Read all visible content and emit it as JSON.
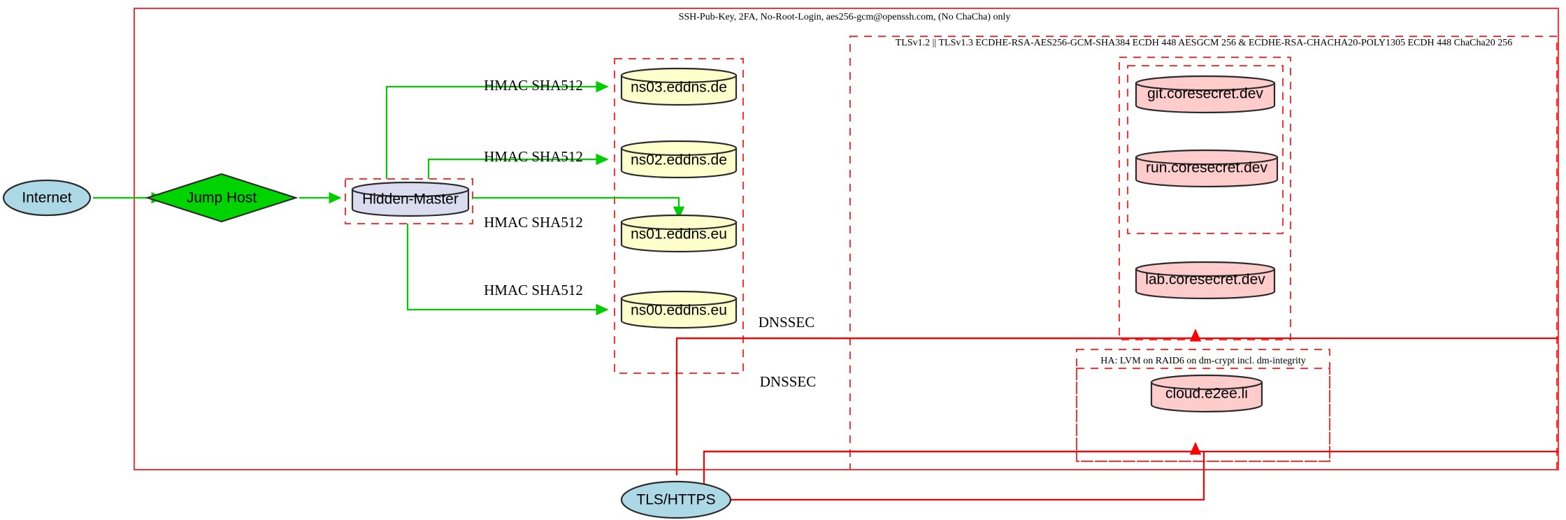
{
  "diagram": {
    "title_note_top": "SSH-Pub-Key, 2FA, No-Root-Login, aes256-gcm@openssh.com, (No ChaCha) only",
    "clusters": [
      {
        "id": "outer-ssh",
        "label": "SSH-Pub-Key, 2FA, No-Root-Login, aes256-gcm@openssh.com, (No ChaCha) only",
        "style": "solid"
      },
      {
        "id": "tls-suite",
        "label": "TLSv1.2 || TLSv1.3 ECDHE-RSA-AES256-GCM-SHA384 ECDH 448 AESGCM 256 & ECDHE-RSA-CHACHA20-POLY1305 ECDH 448 ChaCha20 256",
        "style": "dashed"
      },
      {
        "id": "ha-storage",
        "label": "HA: LVM on RAID6 on dm-crypt incl. dm-integrity",
        "style": "dashed"
      },
      {
        "id": "hidden-master-zone",
        "label": "",
        "style": "dashed"
      },
      {
        "id": "dns-zone",
        "label": "",
        "style": "dashed"
      },
      {
        "id": "coresecret-zone",
        "label": "",
        "style": "dashed"
      },
      {
        "id": "coresecret-inner-zone",
        "label": "",
        "style": "dashed"
      },
      {
        "id": "cloud-zone",
        "label": "",
        "style": "dashed"
      }
    ],
    "nodes": [
      {
        "id": "internet",
        "label": "Internet",
        "shape": "ellipse",
        "fill": "#add8e6"
      },
      {
        "id": "jump-host",
        "label": "Jump Host",
        "shape": "diamond",
        "fill": "#00d400"
      },
      {
        "id": "hidden-master",
        "label": "Hidden-Master",
        "shape": "cylinder",
        "fill": "#dcdcf0"
      },
      {
        "id": "ns03",
        "label": "ns03.eddns.de",
        "shape": "cylinder",
        "fill": "#ffffcc"
      },
      {
        "id": "ns02",
        "label": "ns02.eddns.de",
        "shape": "cylinder",
        "fill": "#ffffcc"
      },
      {
        "id": "ns01",
        "label": "ns01.eddns.eu",
        "shape": "cylinder",
        "fill": "#ffffcc"
      },
      {
        "id": "ns00",
        "label": "ns00.eddns.eu",
        "shape": "cylinder",
        "fill": "#ffffcc"
      },
      {
        "id": "git-coresecret",
        "label": "git.coresecret.dev",
        "shape": "cylinder",
        "fill": "#ffcccc"
      },
      {
        "id": "run-coresecret",
        "label": "run.coresecret.dev",
        "shape": "cylinder",
        "fill": "#ffcccc"
      },
      {
        "id": "lab-coresecret",
        "label": "lab.coresecret.dev",
        "shape": "cylinder",
        "fill": "#ffcccc"
      },
      {
        "id": "cloud-e2ee",
        "label": "cloud.e2ee.li",
        "shape": "cylinder",
        "fill": "#ffcccc"
      },
      {
        "id": "tls-https",
        "label": "TLS/HTTPS",
        "shape": "ellipse",
        "fill": "#add8e6"
      }
    ],
    "edge_labels": [
      {
        "id": "hmac-ns03",
        "label": "HMAC SHA512"
      },
      {
        "id": "hmac-ns02",
        "label": "HMAC SHA512"
      },
      {
        "id": "hmac-ns01",
        "label": "HMAC SHA512"
      },
      {
        "id": "hmac-ns00",
        "label": "HMAC SHA512"
      },
      {
        "id": "dnssec-upper",
        "label": "DNSSEC"
      },
      {
        "id": "dnssec-lower",
        "label": "DNSSEC"
      }
    ],
    "colors": {
      "edge_green": "#00cc00",
      "edge_red": "#ff0000",
      "cluster_stroke": "#ff3333",
      "ellipse_fill": "#add8e6",
      "diamond_fill": "#00d400",
      "master_fill": "#dcdcf0",
      "dns_fill": "#ffffcc",
      "service_fill": "#ffcccc",
      "outline": "#2b2b2b"
    }
  }
}
